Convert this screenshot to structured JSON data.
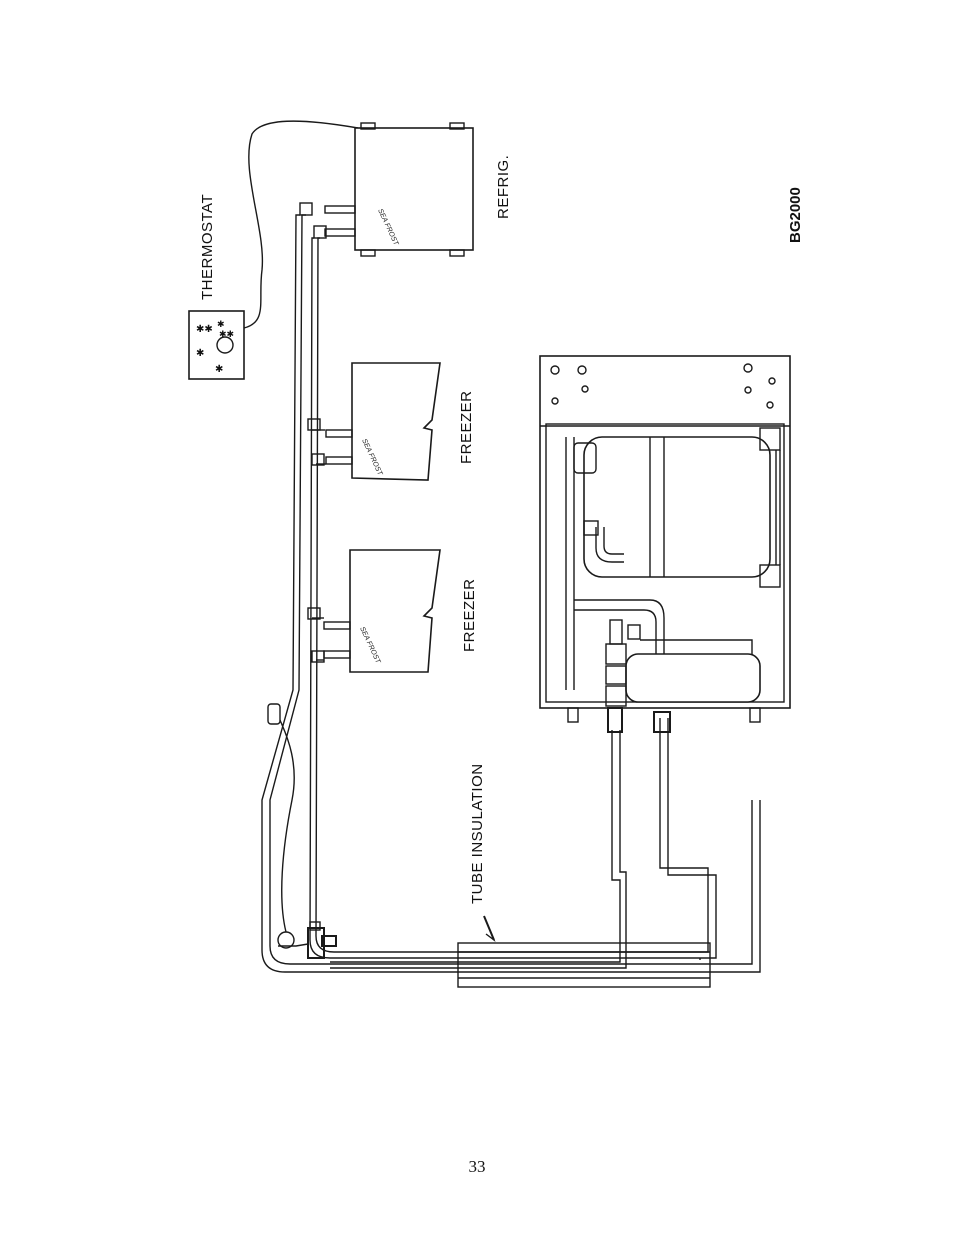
{
  "labels": {
    "thermostat": "THERMOSTAT",
    "refrigerator": "REFRIG.",
    "freezer_1": "FREEZER",
    "freezer_2": "FREEZER",
    "tube_insulation": "TUBE INSULATION",
    "model": "BG2000"
  },
  "plates": {
    "refrigerator": "SEA FROST",
    "freezer_1": "SEA FROST",
    "freezer_2": "SEA FROST"
  },
  "page_number": "33"
}
